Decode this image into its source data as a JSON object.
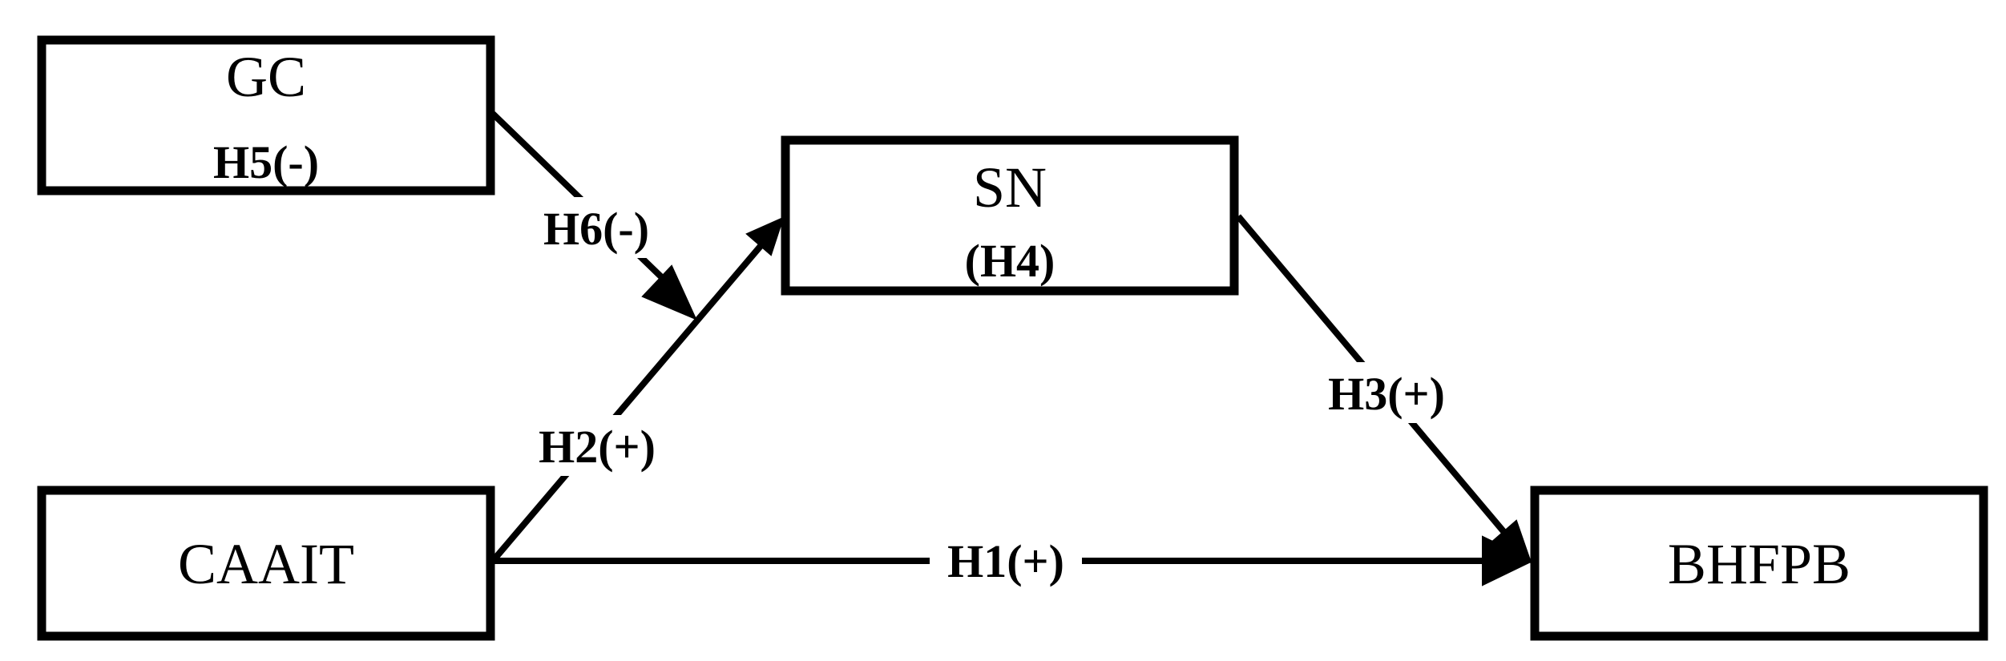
{
  "nodes": {
    "gc": {
      "title": "GC",
      "sub": "H5(-)"
    },
    "sn": {
      "title": "SN",
      "sub": "(H4)"
    },
    "caait": {
      "title": "CAAIT"
    },
    "bhfpb": {
      "title": "BHFPB"
    }
  },
  "edges": {
    "h1": {
      "label": "H1(+)"
    },
    "h2": {
      "label": "H2(+)"
    },
    "h3": {
      "label": "H3(+)"
    },
    "h6": {
      "label": "H6(-)"
    }
  },
  "colors": {
    "stroke": "#000000",
    "background": "#ffffff"
  }
}
